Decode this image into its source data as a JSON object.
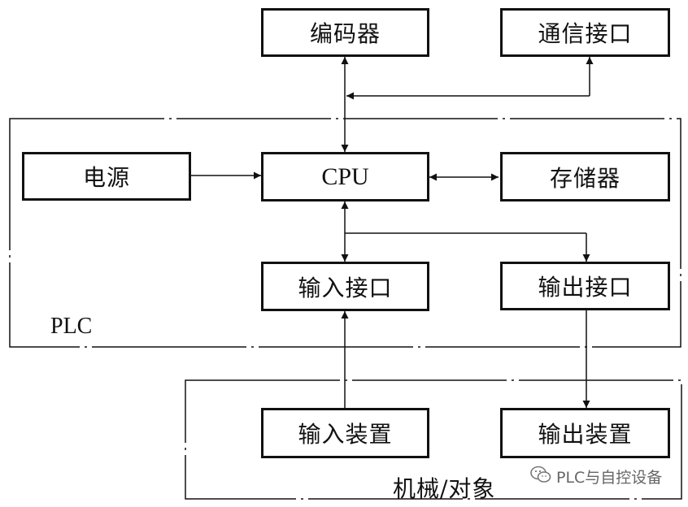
{
  "diagram": {
    "regions": {
      "plc": {
        "label": "PLC"
      },
      "machine": {
        "label": "机械/对象"
      }
    },
    "boxes": {
      "encoder": "编码器",
      "comm_interface": "通信接口",
      "power": "电源",
      "cpu": "CPU",
      "memory": "存储器",
      "input_interface": "输入接口",
      "output_interface": "输出接口",
      "input_device": "输入装置",
      "output_device": "输出装置"
    },
    "connections": [
      {
        "from": "encoder",
        "to": "cpu",
        "arrows": "both"
      },
      {
        "from": "comm_interface",
        "to": "cpu",
        "arrows": "both"
      },
      {
        "from": "power",
        "to": "cpu",
        "arrows": "forward"
      },
      {
        "from": "cpu",
        "to": "memory",
        "arrows": "both"
      },
      {
        "from": "cpu",
        "to": "input_interface",
        "arrows": "both"
      },
      {
        "from": "cpu",
        "to": "output_interface",
        "arrows": "forward"
      },
      {
        "from": "input_device",
        "to": "input_interface",
        "arrows": "forward"
      },
      {
        "from": "output_interface",
        "to": "output_device",
        "arrows": "forward"
      }
    ]
  },
  "watermark": {
    "text": "PLC与自控设备",
    "icon": "wechat-icon"
  },
  "colors": {
    "line": "#111111",
    "background": "#ffffff",
    "watermark": "#666666"
  }
}
